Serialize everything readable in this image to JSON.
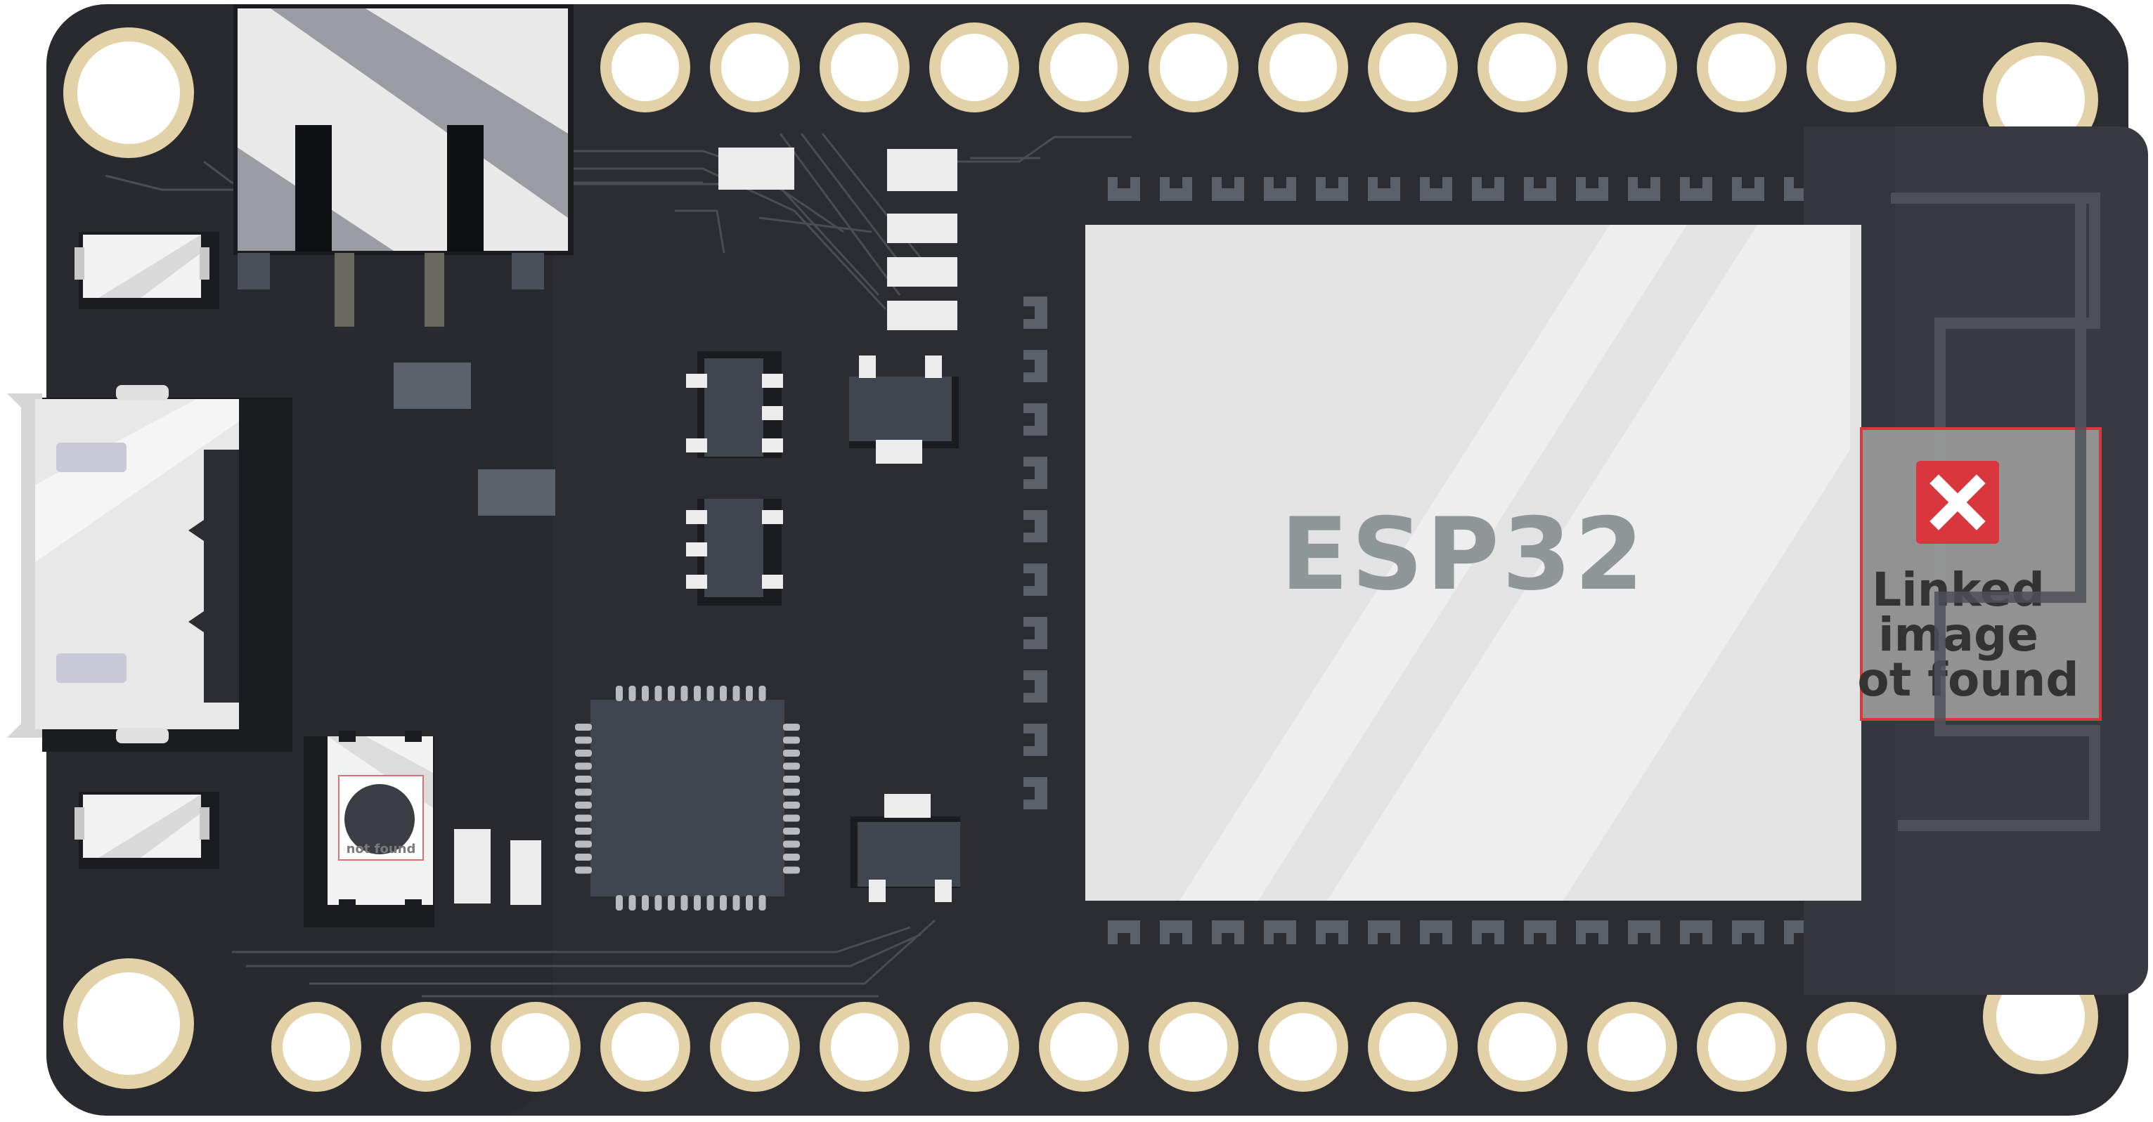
{
  "module": {
    "label": "ESP32"
  },
  "linked_image_placeholder": {
    "line1": "Linked",
    "line2": "image",
    "line3": "ot found"
  },
  "button_placeholder": {
    "text": "not found"
  },
  "colors": {
    "board": "#2b2d32",
    "board_dark": "#232429",
    "pad_ring": "#e3d1a7",
    "pad_hole": "#ffffff",
    "module_shield": "#e3e3e3",
    "module_text": "#8f9698",
    "chip": "#3f4650",
    "smd_white": "#f1f1f1",
    "usb_metal": "#e6e6e6",
    "antenna_frame": "#373a41",
    "trace": "#4a4d55",
    "error_red": "#d9363e"
  },
  "icons": {
    "broken_image": "close-icon"
  }
}
